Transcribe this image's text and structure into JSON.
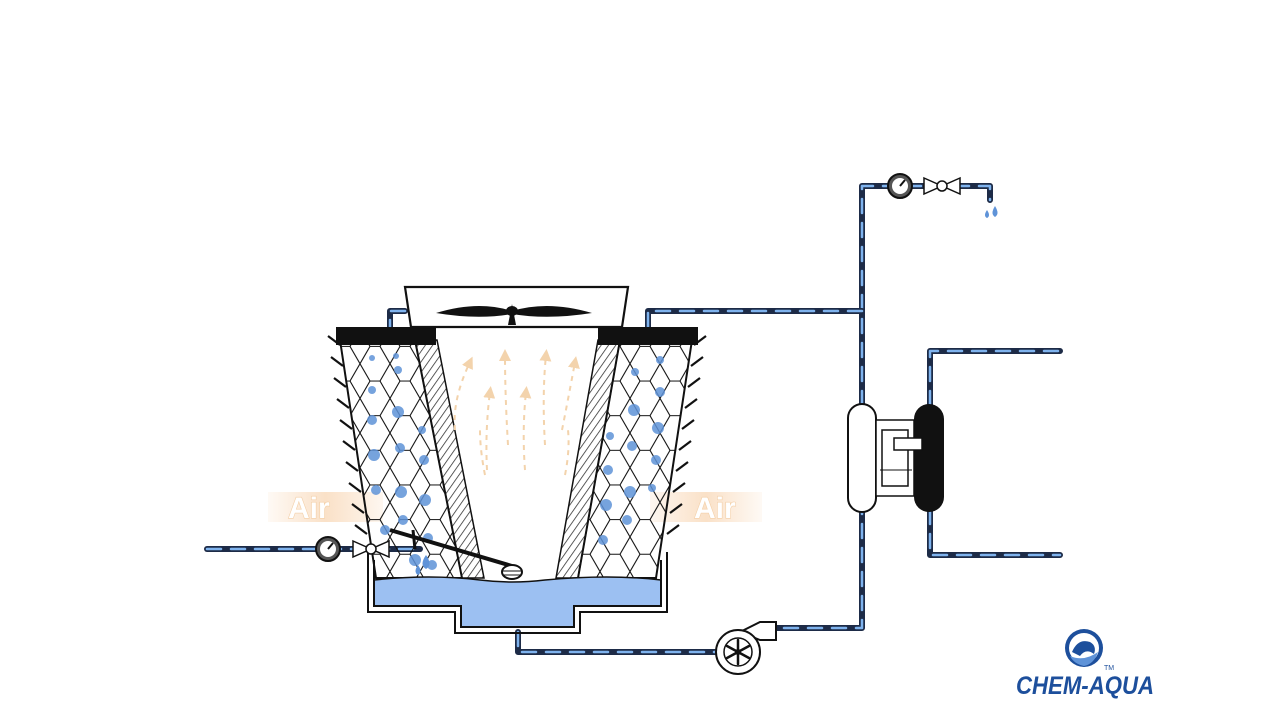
{
  "labels": {
    "air_left": "Air",
    "air_right": "Air"
  },
  "logo": {
    "name": "CHEM-AQUA",
    "trademark": "TM"
  },
  "colors": {
    "pipe_dark": "#1d2b47",
    "pipe_light": "#7fb3ee",
    "water": "#9cc0f2",
    "droplet": "#5f93d8",
    "air_glow": "#f6c89a",
    "logo_blue": "#1d4f9c"
  }
}
